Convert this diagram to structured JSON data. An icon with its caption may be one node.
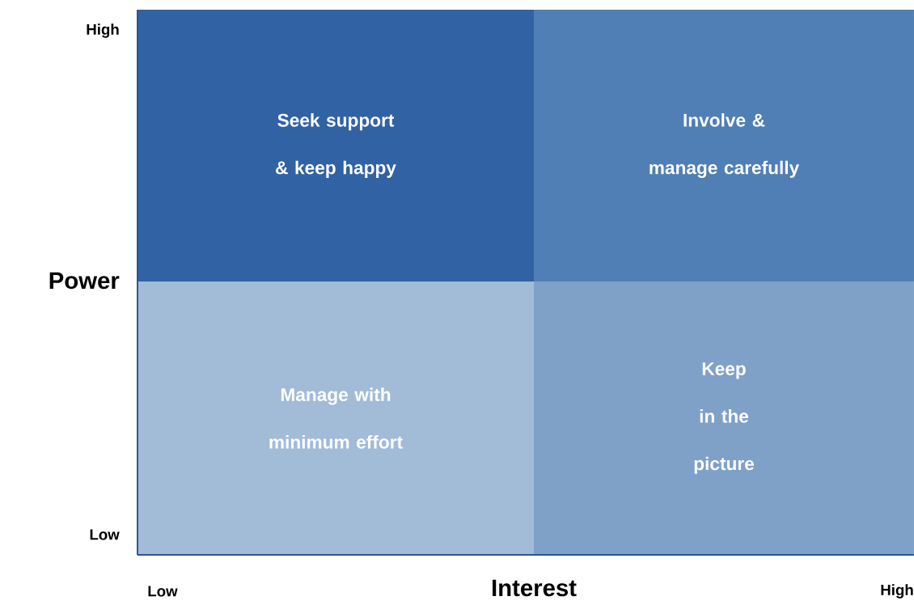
{
  "diagram": {
    "nodes": [
      {
        "text": [
          "Seek support & keep happy"
        ]
      },
      {
        "text": [
          "Involve & manage carefully"
        ]
      },
      {
        "text": [
          "Manage with minimum effort"
        ]
      },
      {
        "text": [
          "Keep in the picture"
        ]
      }
    ],
    "labels": [
      "High",
      "Power",
      "Low",
      "Low",
      "Interest",
      "High"
    ]
  }
}
